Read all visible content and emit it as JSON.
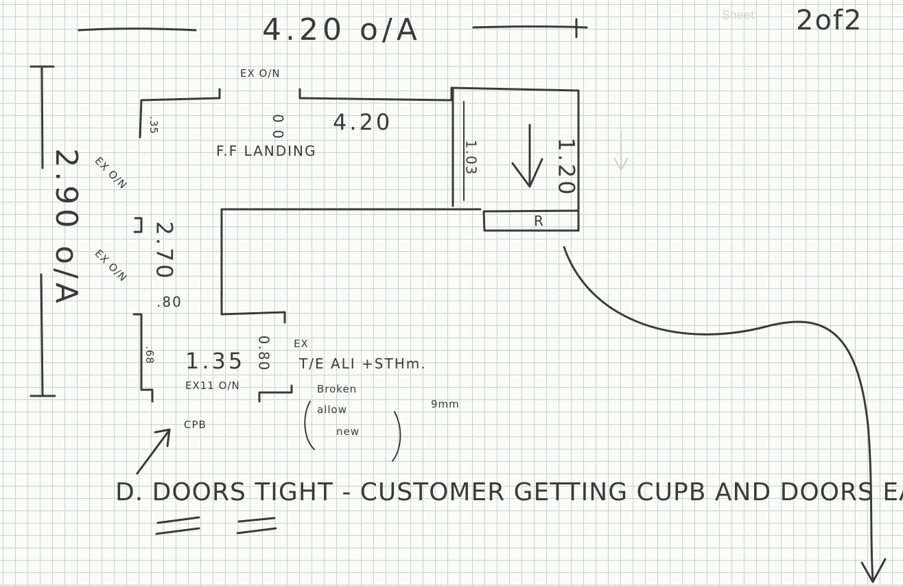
{
  "sheet": {
    "label": "Sheet:",
    "number": "2of2"
  },
  "dimensions": {
    "overall_width": "4.20 o/A",
    "overall_height": "2.90 o/A",
    "landing_width": "4.20",
    "landing_height": "2.70",
    "stair_depth": "1.03",
    "stair_width": "1.20",
    "small_35": ".35",
    "small_80": ".80",
    "small_68": ".68",
    "bottom_width": "1.35",
    "bottom_80": "0.80"
  },
  "labels": {
    "room": "F.F LANDING",
    "room_dim": "0 0",
    "door_top": "EX O/N",
    "door_left_1": "EX O/N",
    "door_left_2": "EX O/N",
    "door_bottom": "EX11 O/N",
    "cpb": "CPB",
    "rail": "R",
    "tile_ex": "EX",
    "tile": "T/E ALI +STHm.",
    "broken": "Broken",
    "allow": "allow",
    "new": "new",
    "thickness": "9mm"
  },
  "footer_note": "D. DOORS TIGHT - CUSTOMER GETTING CUPB AND DOORS EASED",
  "ink_color": "#3a3a3a",
  "grid_color": "#c9cfd2"
}
